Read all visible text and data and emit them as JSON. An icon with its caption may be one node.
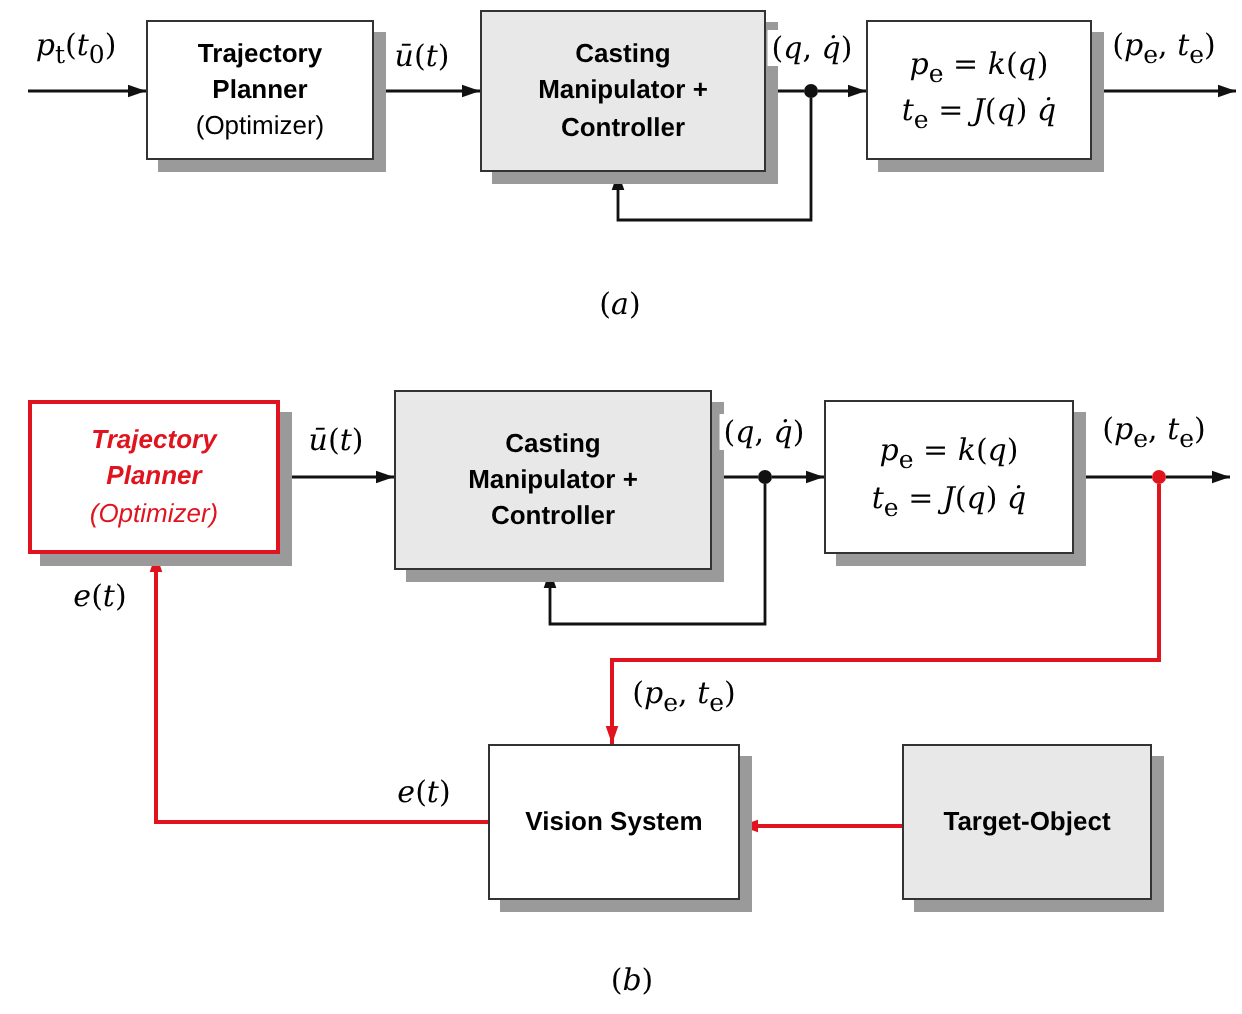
{
  "diagram": {
    "nodes": [
      {
        "text": [
          "Trajectory Planner",
          "(Optimizer)"
        ]
      },
      {
        "text": [
          "Casting Manipulator + Controller"
        ]
      },
      {
        "text": [],
        "shape": "circle"
      },
      {
        "text": [
          "*p*$_{e}$ = *k*(*q*)",
          "*t*$_{e}$ = *J*(*q*) *q̇*"
        ]
      },
      {
        "text": [
          "Trajectory Planner",
          "(Optimizer)"
        ]
      },
      {
        "text": [
          "Casting Manipulator + Controller"
        ]
      },
      {
        "text": [],
        "shape": "circle"
      },
      {
        "text": [
          "*p*$_{e}$ = *k*(*q*)",
          "*t*$_{e}$ = *J*(*q*) *q̇*"
        ]
      },
      {
        "text": [],
        "shape": "circle"
      },
      {
        "text": [
          "Vision System"
        ]
      },
      {
        "text": [
          "Target-Object"
        ]
      }
    ],
    "edges": [
      {
        "from": null,
        "to": 0,
        "arrow": "to",
        "label": "*p*$_{t}$(*t*$_{0}$)"
      },
      {
        "from": 0,
        "to": 1,
        "arrow": "to",
        "label": "*ū*(*t*)"
      },
      {
        "from": 1,
        "to": 2,
        "arrow": "none",
        "label": "(*q*, *q̇*)"
      },
      {
        "from": 2,
        "to": 3,
        "arrow": "to"
      },
      {
        "from": 2,
        "to": 1,
        "arrow": "to"
      },
      {
        "from": 3,
        "to": null,
        "arrow": "to",
        "label": "(*p*$_{e}$, *t*$_{e}$)"
      },
      {
        "from": 4,
        "to": 5,
        "arrow": "to",
        "label": "*ū*(*t*)"
      },
      {
        "from": 5,
        "to": 6,
        "arrow": "none",
        "label": "(*q*, *q̇*)"
      },
      {
        "from": 6,
        "to": 7,
        "arrow": "to"
      },
      {
        "from": 6,
        "to": 5,
        "arrow": "to"
      },
      {
        "from": 7,
        "to": 8,
        "arrow": "none",
        "label": "(*p*$_{e}$, *t*$_{e}$)"
      },
      {
        "from": 8,
        "to": null,
        "arrow": "to"
      },
      {
        "from": 8,
        "to": 9,
        "arrow": "to",
        "label": "(*p*$_{e}$, *t*$_{e}$)",
        "color": "#e0141e"
      },
      {
        "from": 10,
        "to": 9,
        "arrow": "to",
        "color": "#e0141e"
      },
      {
        "from": 9,
        "to": 4,
        "arrow": "to",
        "label": "*e*(*t*)",
        "color": "#e0141e"
      }
    ],
    "labels": [
      "(*a*)",
      "*e*(*t*)",
      "(*b*)"
    ]
  }
}
